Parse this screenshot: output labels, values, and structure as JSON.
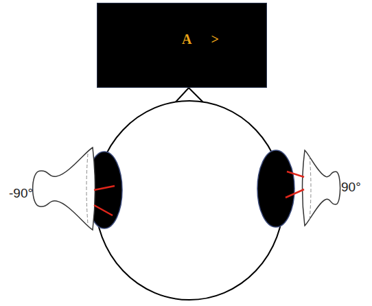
{
  "diagram": {
    "nodes": [
      {
        "text": [
          "A",
          ">"
        ]
      }
    ],
    "labels": [
      "-90°",
      "90°"
    ]
  }
}
